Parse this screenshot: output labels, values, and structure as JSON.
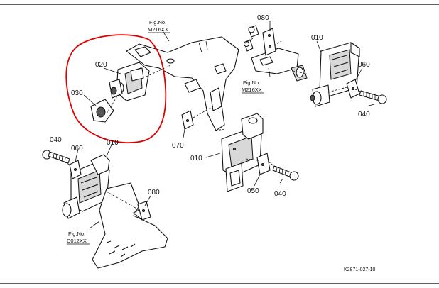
{
  "callouts": {
    "c010_top": "010",
    "c010_mid": "010",
    "c010_left": "010",
    "c020": "020",
    "c030": "030",
    "c040_top": "040",
    "c040_mid": "040",
    "c040_left": "040",
    "c050": "050",
    "c060_top": "060",
    "c060_left": "060",
    "c070": "070",
    "c080_top": "080",
    "c080_left": "080"
  },
  "figrefs": {
    "top": {
      "line1": "Fig.No.",
      "line2": "M216XX"
    },
    "right": {
      "line1": "Fig.No.",
      "line2": "M216XX"
    },
    "bottom": {
      "line1": "Fig.No.",
      "line2": "D012XX"
    }
  },
  "diagram_code": "K2871-027-10",
  "colors": {
    "highlight": "#e00000",
    "ink": "#111111",
    "background": "#ffffff"
  }
}
